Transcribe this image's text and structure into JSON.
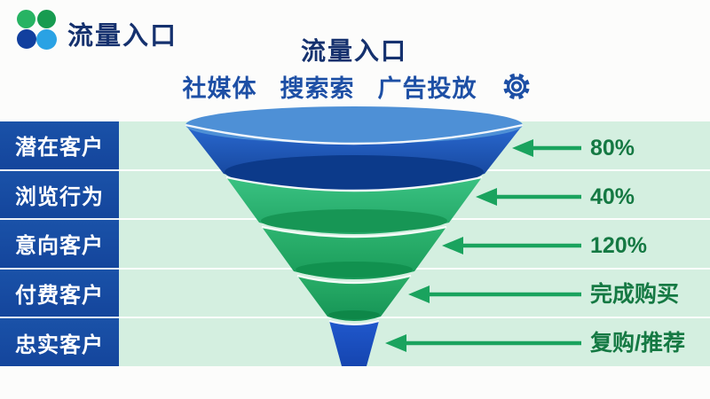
{
  "logo": {
    "text": "流量入口"
  },
  "header": {
    "title": "流量入口",
    "menu": [
      {
        "label": "社媒体"
      },
      {
        "label": "搜索索"
      },
      {
        "label": "广告投放"
      }
    ],
    "gear_icon": "settings-icon"
  },
  "funnel": {
    "type": "funnel",
    "stages": [
      {
        "label": "潜在客户",
        "value": "80%",
        "color": "#1a50b5"
      },
      {
        "label": "浏览行为",
        "value": "40%",
        "color": "#2fba77"
      },
      {
        "label": "意向客户",
        "value": "120%",
        "color": "#28ae69"
      },
      {
        "label": "付费客户",
        "value": "完成购买",
        "color": "#22a862"
      },
      {
        "label": "忠实客户",
        "value": "复购/推荐",
        "color": "#1b50c5"
      }
    ]
  },
  "colors": {
    "navy_text": "#15316e",
    "blue_text": "#1d4fa5",
    "band_green": "#d4efe0",
    "stage_row_blue": "#17499e",
    "arrow_green": "#1aa35e",
    "value_green": "#157943",
    "funnel_top_ellipse": "#4e90d6"
  }
}
